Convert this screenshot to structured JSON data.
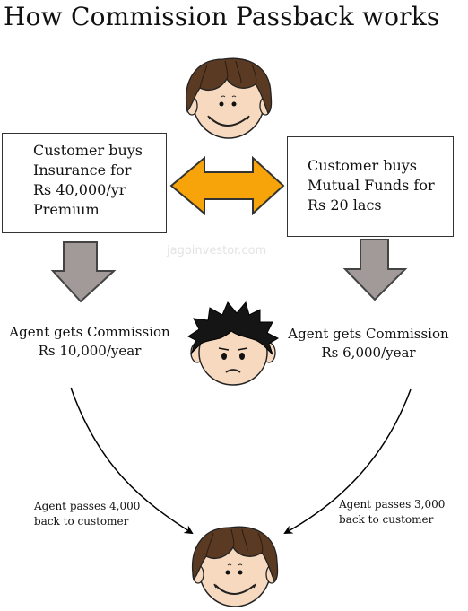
{
  "title": "How Commission Passback works",
  "watermark": "jagoinvestor.com",
  "left_box": {
    "lines": [
      "Customer buys",
      "Insurance for",
      "Rs 40,000/yr",
      "Premium"
    ]
  },
  "right_box": {
    "lines": [
      "Customer buys",
      "Mutual Funds for",
      "Rs 20 lacs"
    ]
  },
  "left_agent": {
    "lines": [
      "Agent gets Commission",
      "Rs 10,000/year"
    ]
  },
  "right_agent": {
    "lines": [
      "Agent gets Commission",
      "Rs 6,000/year"
    ]
  },
  "left_passback": {
    "lines": [
      "Agent passes 4,000",
      "back to customer"
    ]
  },
  "right_passback": {
    "lines": [
      "Agent passes 3,000",
      "back to customer"
    ]
  },
  "colors": {
    "double_arrow_fill": "#f7a30a",
    "down_arrow_fill": "#a29a98",
    "customer_hair": "#5a3a22",
    "agent_hair": "#151515",
    "skin": "#f6d9bf"
  },
  "icons": {
    "customer_top": "customer-face-icon",
    "agent": "agent-face-icon",
    "customer_bottom": "customer-face-icon"
  }
}
